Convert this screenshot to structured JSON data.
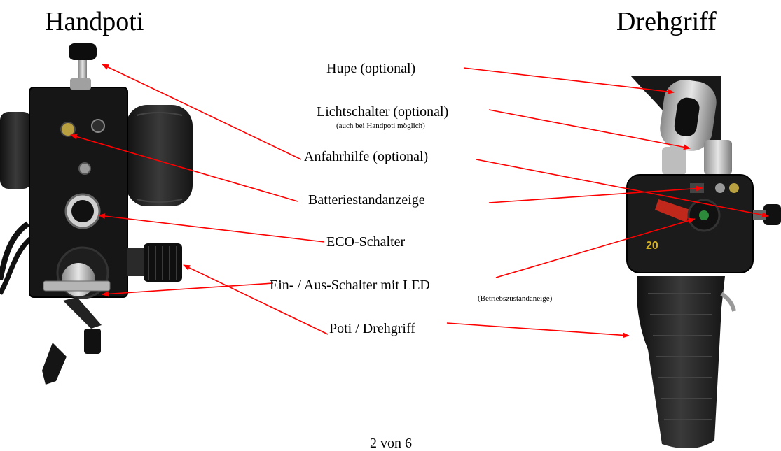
{
  "titles": {
    "left": "Handpoti",
    "right": "Drehgriff"
  },
  "labels": {
    "hupe": "Hupe (optional)",
    "lichtschalter": "Lichtschalter (optional)",
    "lichtschalter_note": "(auch bei Handpoti möglich)",
    "anfahrhilfe": "Anfahrhilfe (optional)",
    "batterie": "Batteriestandanzeige",
    "eco": "ECO-Schalter",
    "einaus": "Ein- / Aus-Schalter mit LED",
    "einaus_note": "(Betriebszustandaneige)",
    "poti": "Poti / Drehgriff"
  },
  "device_marks": {
    "grip_speed": "20"
  },
  "footer": {
    "page": "2 von 6"
  },
  "colors": {
    "arrow": "#ff0000",
    "device_dark": "#1b1b1b",
    "rubber": "#2b2b2b",
    "metal": "#c8c8c8"
  }
}
